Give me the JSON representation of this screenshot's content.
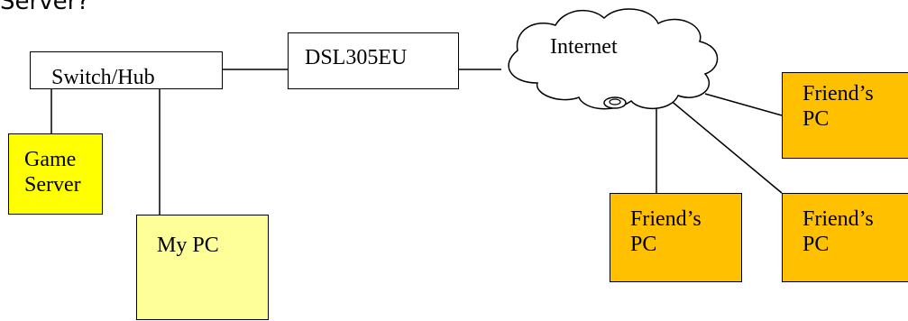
{
  "header": {
    "partial_text": "Server?"
  },
  "diagram": {
    "switch_hub": {
      "label": "Switch/Hub",
      "fill": "#ffffff"
    },
    "dsl_modem": {
      "label": "DSL305EU",
      "fill": "#ffffff"
    },
    "internet": {
      "label": "Internet",
      "fill": "#ffffff",
      "shape": "cloud"
    },
    "game_server": {
      "line1": "Game",
      "line2": "Server",
      "fill": "#ffff00"
    },
    "my_pc": {
      "label": "My PC",
      "fill": "#ffff99"
    },
    "friend_pcs": [
      {
        "line1": "Friend’s",
        "line2": "PC",
        "fill": "#ffc000"
      },
      {
        "line1": "Friend’s",
        "line2": "PC",
        "fill": "#ffc000"
      },
      {
        "line1": "Friend’s",
        "line2": "PC",
        "fill": "#ffc000"
      }
    ],
    "line_color": "#000000"
  }
}
